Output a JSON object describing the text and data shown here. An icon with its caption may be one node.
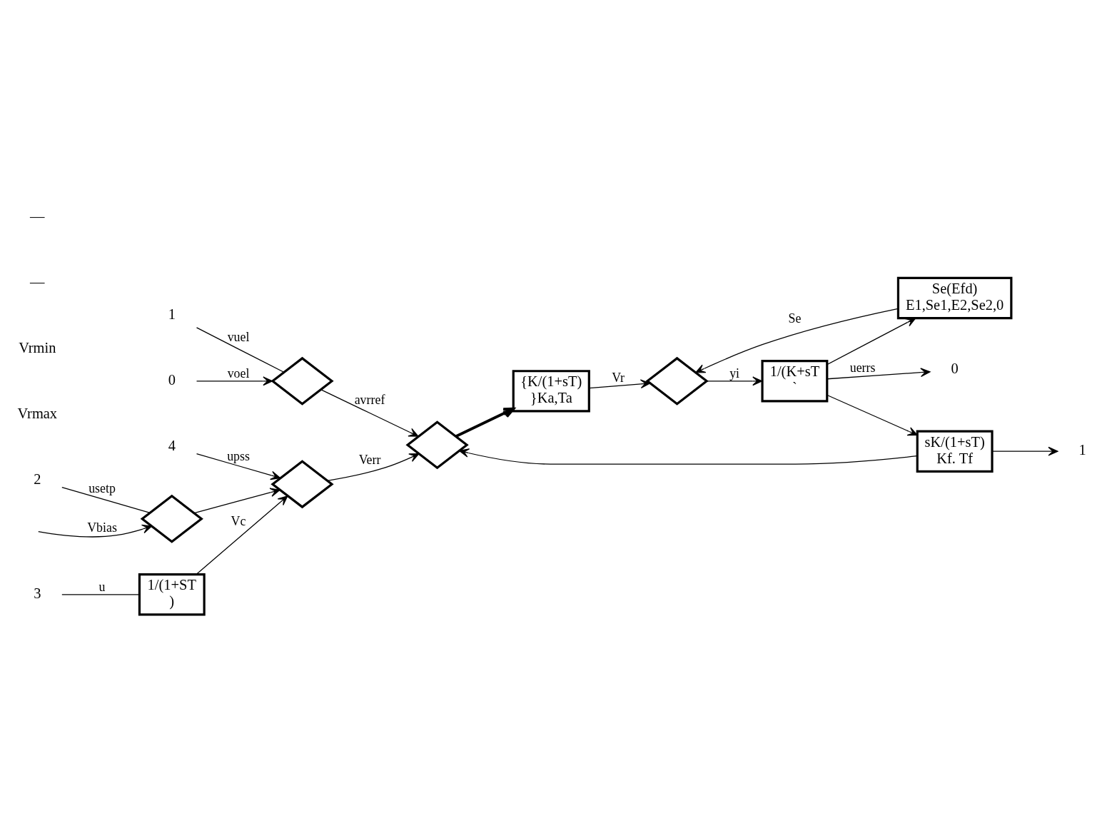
{
  "diagram": {
    "nodes": [
      {
        "text": [
          "0"
        ]
      },
      {
        "text": [
          "1"
        ]
      },
      {
        "text": [
          "2"
        ]
      },
      {
        "text": [
          "3"
        ]
      },
      {
        "text": [
          "4"
        ]
      },
      {
        "text": [],
        "shape": "diamond"
      },
      {
        "text": [],
        "shape": "diamond"
      },
      {
        "text": [
          "1/(1+ST",
          ")"
        ]
      },
      {
        "text": [],
        "shape": "diamond"
      },
      {
        "text": [],
        "shape": "diamond"
      },
      {
        "text": [
          "{K/(1+sT)",
          "}Ka,Ta"
        ]
      },
      {
        "text": [],
        "shape": "diamond"
      },
      {
        "text": [
          "1/(K+sT",
          "`"
        ]
      },
      {
        "text": [
          "Se(Efd)",
          "E1,Se1,E2,Se2,0"
        ]
      },
      {
        "text": [
          "sK/(1+sT)",
          "Kf. Tf"
        ]
      },
      {
        "text": [
          "0"
        ]
      },
      {
        "text": [
          "1"
        ]
      }
    ],
    "edges": [
      {
        "from": 0,
        "to": 5,
        "arrow": "to",
        "label": "voel"
      },
      {
        "from": 1,
        "to": 5,
        "arrow": "none",
        "label": "vuel"
      },
      {
        "from": 2,
        "to": 6,
        "arrow": "none",
        "label": "usetp"
      },
      {
        "from": null,
        "to": 6,
        "arrow": "to",
        "label": "Vbias"
      },
      {
        "from": 6,
        "to": 8,
        "arrow": "to"
      },
      {
        "from": 3,
        "to": 7,
        "arrow": "none",
        "label": "u"
      },
      {
        "from": 7,
        "to": 8,
        "arrow": "to",
        "label": "Vc"
      },
      {
        "from": 4,
        "to": 8,
        "arrow": "to",
        "label": "upss"
      },
      {
        "from": 8,
        "to": 9,
        "arrow": "to",
        "label": "Verr"
      },
      {
        "from": 5,
        "to": 9,
        "arrow": "to",
        "label": "avrref"
      },
      {
        "from": 9,
        "to": 10,
        "arrow": "to",
        "style": "thick"
      },
      {
        "from": 10,
        "to": 11,
        "arrow": "to",
        "label": "Vr"
      },
      {
        "from": 13,
        "to": 11,
        "arrow": "to",
        "label": "Se"
      },
      {
        "from": 11,
        "to": 12,
        "arrow": "to",
        "label": "yi"
      },
      {
        "from": 12,
        "to": 15,
        "arrow": "to",
        "label": "uerrs"
      },
      {
        "from": 12,
        "to": 13,
        "arrow": "to"
      },
      {
        "from": 12,
        "to": 14,
        "arrow": "to"
      },
      {
        "from": 14,
        "to": 9,
        "arrow": "to"
      },
      {
        "from": 14,
        "to": 16,
        "arrow": "to"
      }
    ],
    "labels": [
      "Vrmax",
      "Vrmin",
      "—",
      "—"
    ]
  }
}
